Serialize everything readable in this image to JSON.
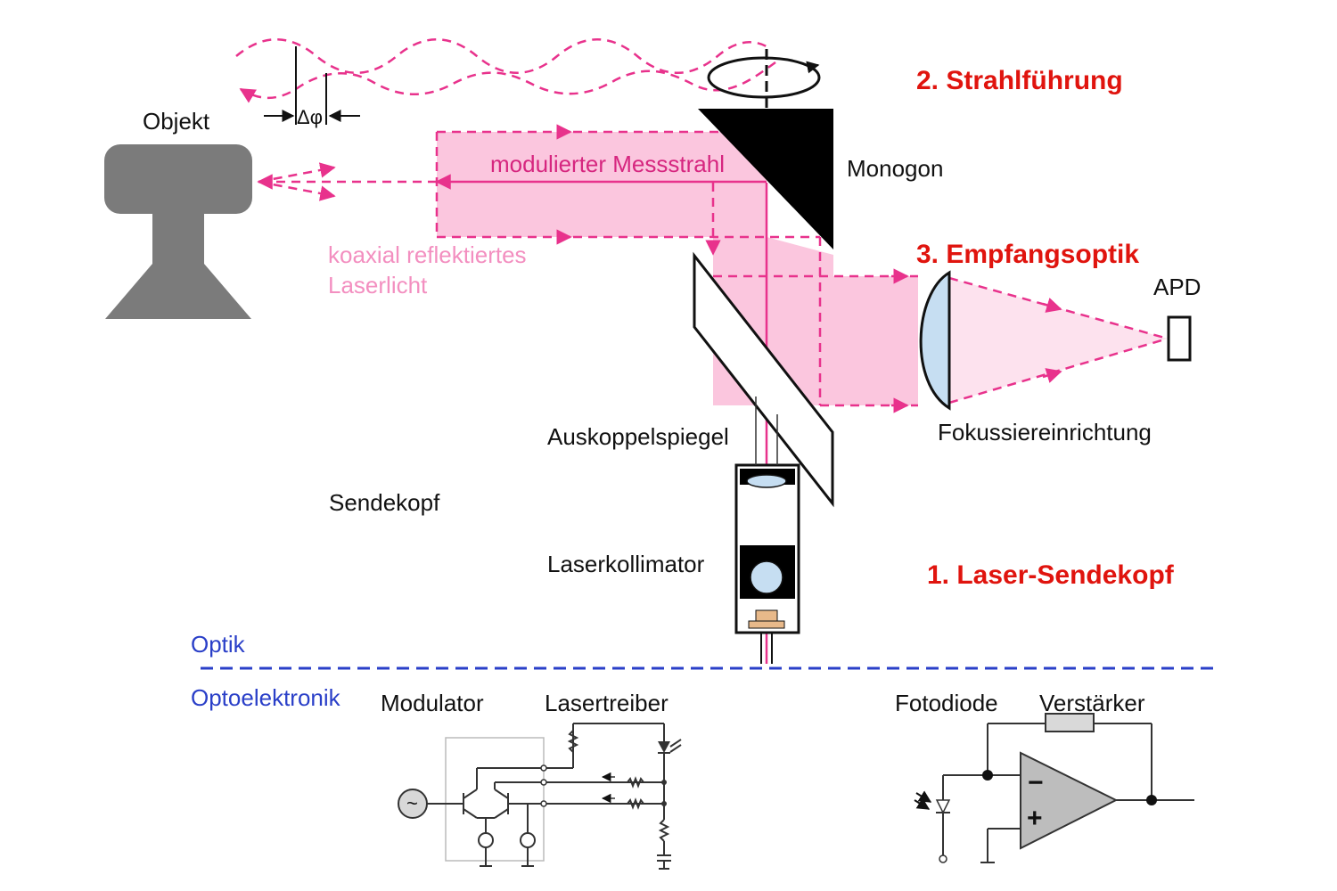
{
  "labels": {
    "objekt": "Objekt",
    "delta_phi": "Δφ",
    "modulierter_messstrahl": "modulierter Messstrahl",
    "monogon": "Monogon",
    "koaxial_line1": "koaxial reflektiertes",
    "koaxial_line2": "Laserlicht",
    "apd": "APD",
    "auskoppelspiegel": "Auskoppelspiegel",
    "fokussiereinrichtung": "Fokussiereinrichtung",
    "sendekopf": "Sendekopf",
    "laserkollimator": "Laserkollimator",
    "optik": "Optik",
    "optoelektronik": "Optoelektronik",
    "modulator": "Modulator",
    "lasertreiber": "Lasertreiber",
    "fotodiode": "Fotodiode",
    "verstaerker": "Verstärker"
  },
  "sections": {
    "strahlfuehrung": "2. Strahlführung",
    "empfangsoptik": "3. Empfangsoptik",
    "laser_sendekopf": "1. Laser-Sendekopf"
  },
  "symbols": {
    "sine_source": "~",
    "minus": "−",
    "plus": "+"
  },
  "colors": {
    "beam": "#e8328c",
    "beam_fill": "#fbc6de",
    "section_title": "#e0140e",
    "optik_label": "#2a3fc8",
    "object_gray": "#7b7b7b",
    "lens_fill": "#c6def2",
    "amplifier_fill": "#bdbdbd"
  }
}
